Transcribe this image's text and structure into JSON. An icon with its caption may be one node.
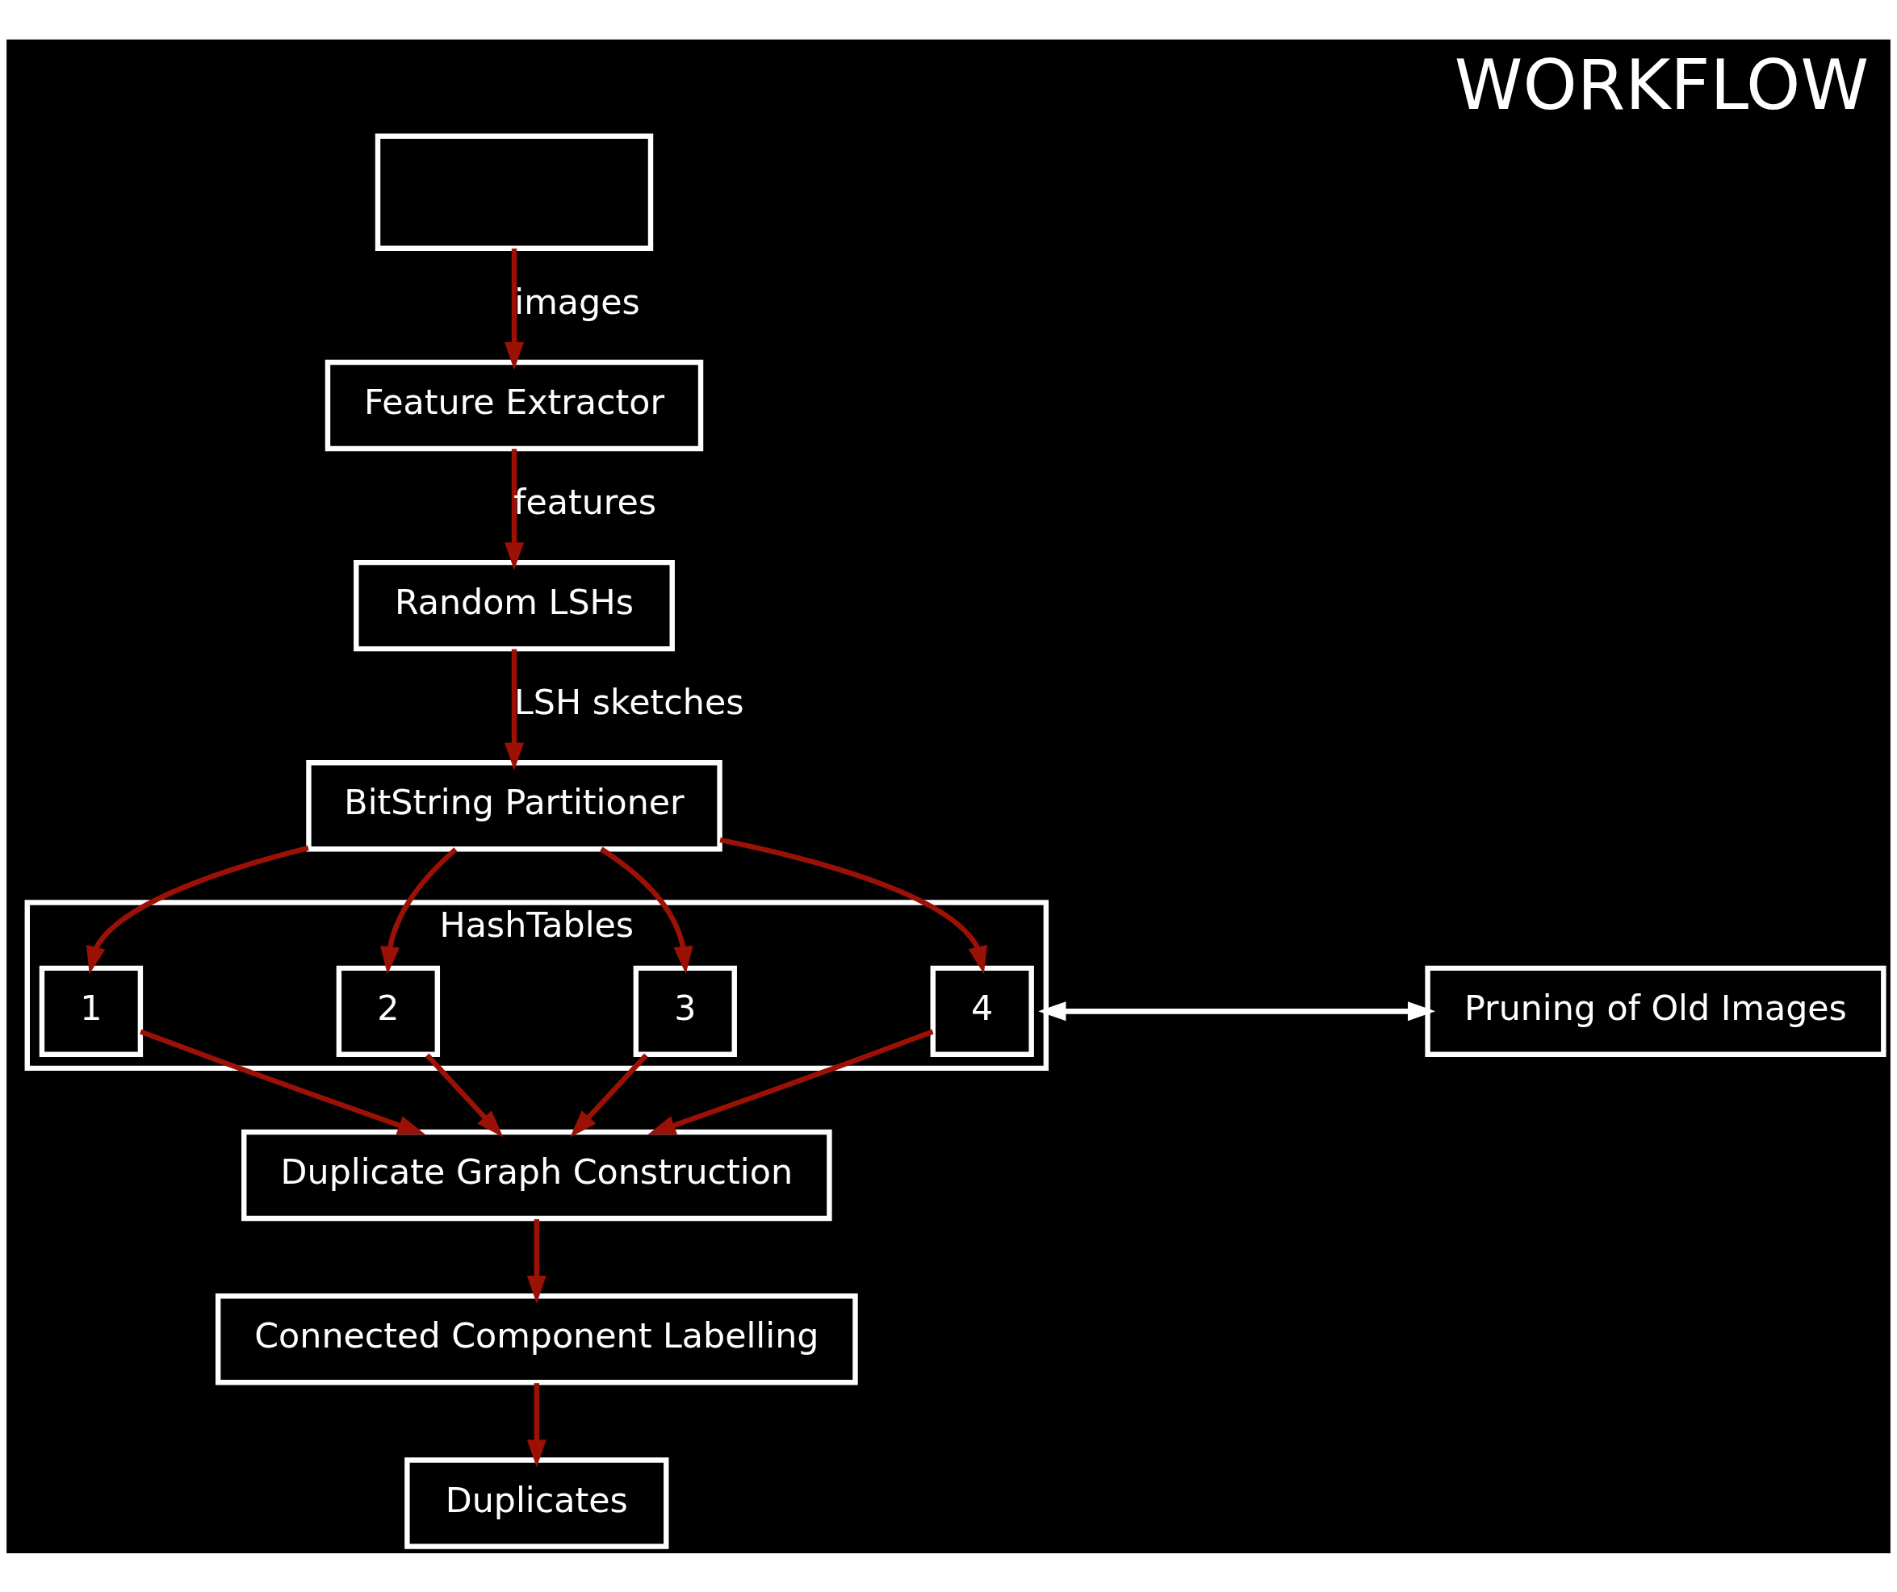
{
  "diagram": {
    "title": "WORKFLOW",
    "nodes": [
      {
        "text": [],
        "shape": "box"
      },
      {
        "text": [
          "Feature Extractor"
        ]
      },
      {
        "text": [
          "Random LSHs"
        ]
      },
      {
        "text": [
          "BitString Partitioner"
        ]
      },
      {
        "text": [
          "HashTables"
        ]
      },
      {
        "text": [
          "1"
        ],
        "in": 4
      },
      {
        "text": [
          "2"
        ],
        "in": 4
      },
      {
        "text": [
          "3"
        ],
        "in": 4
      },
      {
        "text": [
          "4"
        ],
        "in": 4
      },
      {
        "text": [
          "Pruning of Old Images"
        ]
      },
      {
        "text": [
          "Duplicate Graph Construction"
        ]
      },
      {
        "text": [
          "Connected Component Labelling"
        ]
      },
      {
        "text": [
          "Duplicates"
        ]
      }
    ],
    "edges": [
      {
        "from": 0,
        "to": 1,
        "arrow": "to",
        "label": "images"
      },
      {
        "from": 1,
        "to": 2,
        "arrow": "to",
        "label": "features"
      },
      {
        "from": 2,
        "to": 3,
        "arrow": "to",
        "label": "LSH sketches"
      },
      {
        "from": 3,
        "to": 5,
        "arrow": "to"
      },
      {
        "from": 3,
        "to": 6,
        "arrow": "to"
      },
      {
        "from": 3,
        "to": 7,
        "arrow": "to"
      },
      {
        "from": 3,
        "to": 8,
        "arrow": "to"
      },
      {
        "from": 5,
        "to": 10,
        "arrow": "to"
      },
      {
        "from": 6,
        "to": 10,
        "arrow": "to"
      },
      {
        "from": 7,
        "to": 10,
        "arrow": "to"
      },
      {
        "from": 8,
        "to": 10,
        "arrow": "to"
      },
      {
        "from": 4,
        "to": 9,
        "arrow": "to",
        "color": "#ffffff"
      },
      {
        "from": 9,
        "to": 4,
        "arrow": "to",
        "color": "#ffffff"
      },
      {
        "from": 10,
        "to": 11,
        "arrow": "to"
      },
      {
        "from": 11,
        "to": 12,
        "arrow": "to"
      }
    ]
  }
}
